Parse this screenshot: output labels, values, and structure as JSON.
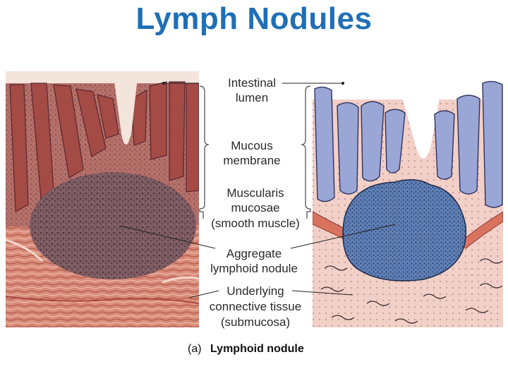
{
  "slide": {
    "title": "Lymph Nodules"
  },
  "labels": {
    "intestinal_lumen": [
      "Intestinal",
      "lumen"
    ],
    "mucous_membrane": [
      "Mucous",
      "membrane"
    ],
    "muscularis_mucosae": [
      "Muscularis",
      "mucosae",
      "(smooth muscle)"
    ],
    "aggregate_nodule": [
      "Aggregate",
      "lymphoid nodule"
    ],
    "connective_tissue": [
      "Underlying",
      "connective tissue",
      "(submucosa)"
    ]
  },
  "caption": {
    "prefix": "(a)",
    "text": "Lymphoid nodule"
  },
  "colors": {
    "title": "#1f6fb5",
    "micrograph_stroma": "#c9786a",
    "micrograph_nodule": "#7e5a60",
    "illustration_nodule": "#5e7fb6",
    "illustration_villi": "#9aa6d6",
    "illustration_bg": "#f2cfc7"
  }
}
